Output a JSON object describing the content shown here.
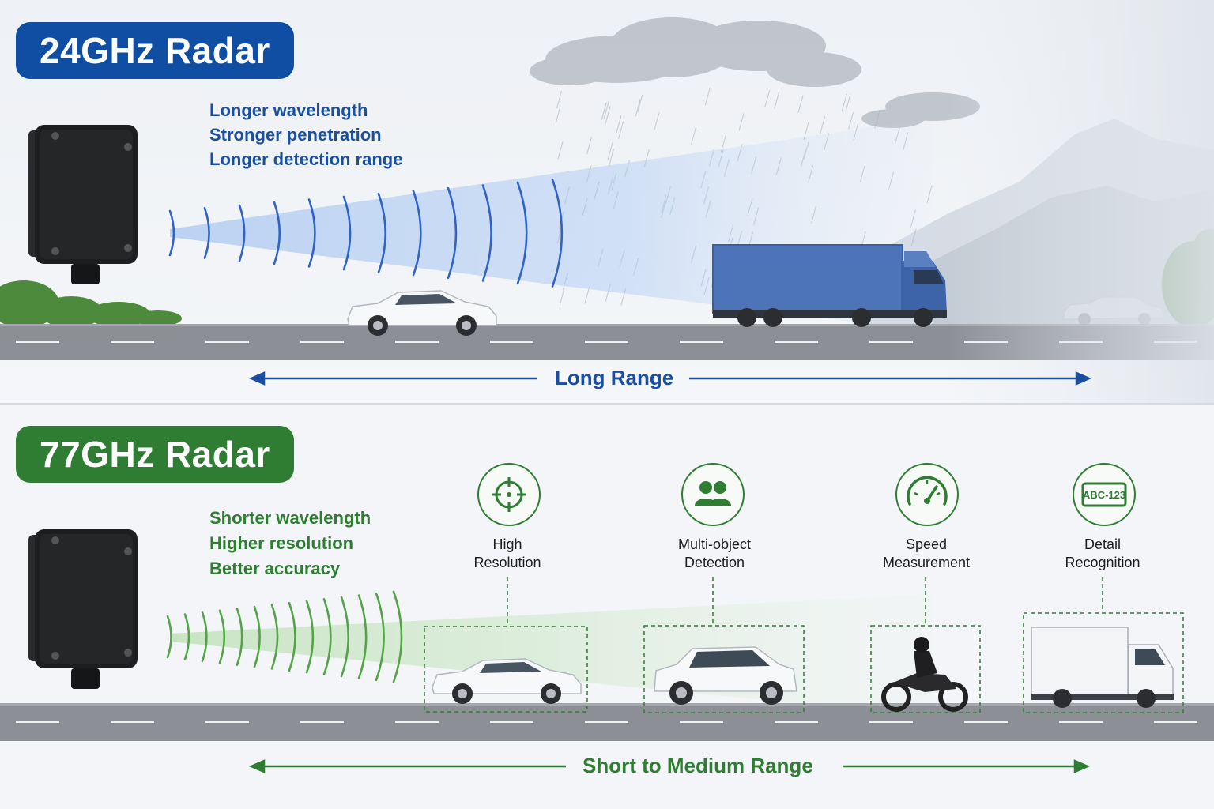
{
  "top": {
    "title": "24GHz Radar",
    "features": [
      "Longer wavelength",
      "Stronger penetration",
      "Longer detection range"
    ],
    "range_label": "Long Range",
    "accent": "#0f4ea2"
  },
  "bottom": {
    "title": "77GHz Radar",
    "features": [
      "Shorter wavelength",
      "Higher resolution",
      "Better accuracy"
    ],
    "range_label": "Short to Medium Range",
    "accent": "#2e7d32",
    "capabilities": [
      {
        "label_line1": "High",
        "label_line2": "Resolution",
        "icon": "crosshair-icon"
      },
      {
        "label_line1": "Multi-object",
        "label_line2": "Detection",
        "icon": "people-icon"
      },
      {
        "label_line1": "Speed",
        "label_line2": "Measurement",
        "icon": "speedometer-icon"
      },
      {
        "label_line1": "Detail",
        "label_line2": "Recognition",
        "icon": "license-plate-icon",
        "plate_text": "ABC-123"
      }
    ]
  }
}
